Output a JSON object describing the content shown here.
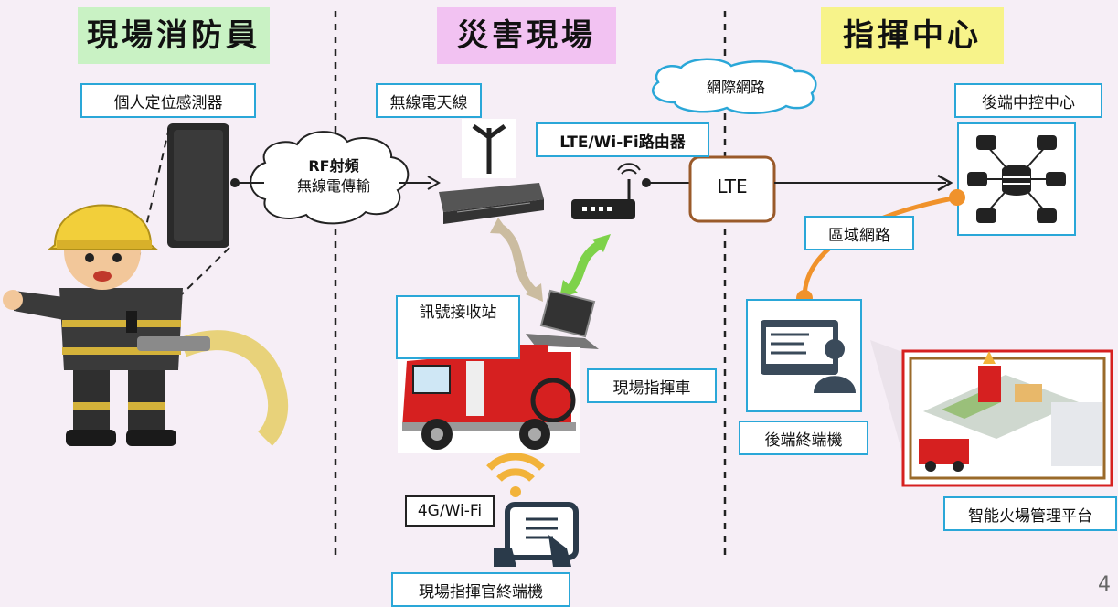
{
  "columns": {
    "left": {
      "title": "現場消防員",
      "color": "#c9f2c4"
    },
    "middle": {
      "title": "災害現場",
      "color": "#f2c2f2"
    },
    "right": {
      "title": "指揮中心",
      "color": "#f7f38a"
    }
  },
  "labels": {
    "sensor": "個人定位感測器",
    "antenna": "無線電天線",
    "router": "LTE/Wi-Fi路由器",
    "station": "訊號接收站",
    "command_vehicle": "現場指揮車",
    "wifi_4g": "4G/Wi-Fi",
    "officer_terminal": "現場指揮官終端機",
    "backend_center": "後端中控中心",
    "local_network": "區域網路",
    "backend_terminal": "後端終端機",
    "platform": "智能火場管理平台"
  },
  "clouds": {
    "rf_line1": "RF射頻",
    "rf_line2": "無線電傳輸",
    "internet": "網際網路"
  },
  "lte_box": "LTE",
  "page_number": "4",
  "colors": {
    "label_border": "#2aa7d8",
    "orange_line": "#f0922b",
    "green_arrow": "#7ed24a",
    "tan_arrow": "#cbbca0"
  }
}
